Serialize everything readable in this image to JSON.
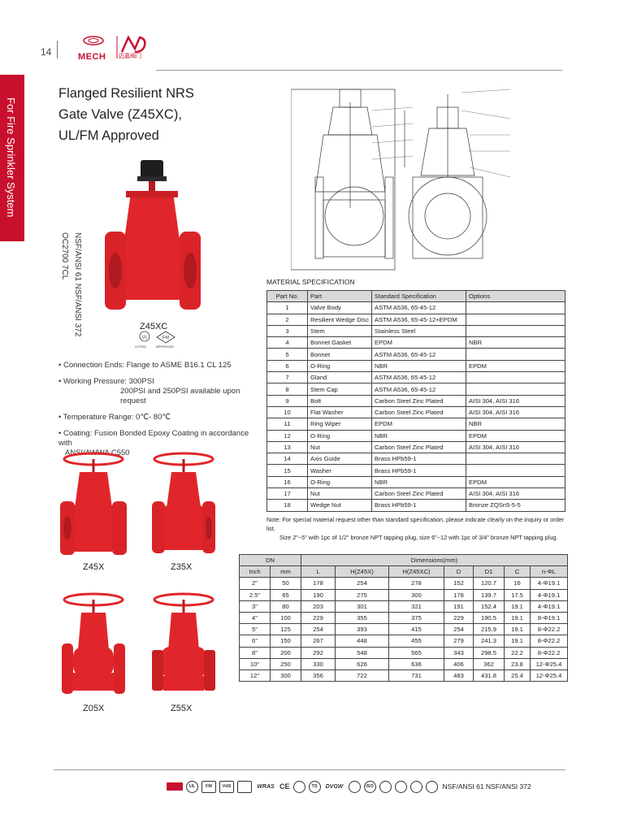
{
  "header": {
    "page_number": "14",
    "brand": "MECH",
    "logo_cn_text": "迈嘉阀门"
  },
  "side_tab": "For Fire Sprinkler System",
  "title": {
    "line1": "Flanged Resilient NRS",
    "line2": "Gate Valve (Z45XC),",
    "line3": "UL/FM Approved"
  },
  "cert_vertical": {
    "line1": "NSF/ANSI 61  NSF/ANSI 372",
    "line2": "OC2700 7CL"
  },
  "products": {
    "main": "Z45XC",
    "p1": "Z45X",
    "p2": "Z35X",
    "p3": "Z05X",
    "p4": "Z55X"
  },
  "cert_marks": {
    "ul": "UL",
    "ul_sub": "LISTED",
    "fm": "FM",
    "fm_sub": "APPROVED"
  },
  "specs": {
    "connection": "• Connection Ends: Flange to ASME B16.1 CL 125",
    "pressure": "• Working Pressure: 300PSI",
    "pressure2": "200PSI and 250PSI available upon request",
    "temperature": "• Temperature Range: 0℃- 80℃",
    "coating": "• Coating: Fusion Bonded Epoxy Coating in accordance with",
    "coating2": "ANSI/AWWA C550"
  },
  "material_spec": {
    "title": "MATERIAL SPECIFICATION",
    "headers": [
      "Part No.",
      "Part",
      "Standard Specification",
      "Options"
    ],
    "rows": [
      [
        "1",
        "Valve Body",
        "ASTM A536, 65-45-12",
        ""
      ],
      [
        "2",
        "Resilient Wedge Disc",
        "ASTM A536, 65-45-12+EPDM",
        ""
      ],
      [
        "3",
        "Stem",
        "Stainless Steel",
        ""
      ],
      [
        "4",
        "Bonnet Gasket",
        "EPDM",
        "NBR"
      ],
      [
        "5",
        "Bonnet",
        "ASTM A536, 65-45-12",
        ""
      ],
      [
        "6",
        "O-Ring",
        "NBR",
        "EPDM"
      ],
      [
        "7",
        "Gland",
        "ASTM A536, 65-45-12",
        ""
      ],
      [
        "8",
        "Stem Cap",
        "ASTM A536, 65-45-12",
        ""
      ],
      [
        "9",
        "Bolt",
        "Carbon Steel Zinc Plated",
        "AISI 304, AISI 316"
      ],
      [
        "10",
        "Flat Washer",
        "Carbon Steel Zinc Plated",
        "AISI 304, AISI 316"
      ],
      [
        "11",
        "Ring Wiper",
        "EPDM",
        "NBR"
      ],
      [
        "12",
        "O-Ring",
        "NBR",
        "EPDM"
      ],
      [
        "13",
        "Nut",
        "Carbon Steel Zinc Plated",
        "AISI 304, AISI 316"
      ],
      [
        "14",
        "Axis Guide",
        "Brass HPb59-1",
        ""
      ],
      [
        "15",
        "Washer",
        "Brass HPb59-1",
        ""
      ],
      [
        "16",
        "O-Ring",
        "NBR",
        "EPDM"
      ],
      [
        "17",
        "Nut",
        "Carbon Steel Zinc Plated",
        "AISI 304, AISI 316"
      ],
      [
        "18",
        "Wedge Nut",
        "Brass HPb59-1",
        "Bronze ZQSn5-5-5"
      ]
    ]
  },
  "note": {
    "line1": "Note: For special material request other than standard specification, please indicate clearly on the inquiry or order list.",
    "line2": "Size 2\"~5\" with 1pc of 1/2\" bronze NPT tapping plug, size 6\"~12 with 1pc of 3/4\" bronze NPT tapping plug."
  },
  "dimensions": {
    "group_dn": "DN",
    "group_dim": "Dimensions(mm)",
    "headers": [
      "Inch",
      "mm",
      "L",
      "H(Z45X)",
      "H(Z45XC)",
      "D",
      "D1",
      "C",
      "n-ΦL"
    ],
    "rows": [
      [
        "2\"",
        "50",
        "178",
        "254",
        "278",
        "152",
        "120.7",
        "16",
        "4-Φ19.1"
      ],
      [
        "2.5\"",
        "65",
        "190",
        "275",
        "300",
        "178",
        "139.7",
        "17.5",
        "4-Φ19.1"
      ],
      [
        "3\"",
        "80",
        "203",
        "301",
        "321",
        "191",
        "152.4",
        "19.1",
        "4-Φ19.1"
      ],
      [
        "4\"",
        "100",
        "229",
        "355",
        "375",
        "229",
        "190.5",
        "19.1",
        "8-Φ19.1"
      ],
      [
        "5\"",
        "125",
        "254",
        "393",
        "415",
        "254",
        "215.9",
        "19.1",
        "8-Φ22.2"
      ],
      [
        "6\"",
        "150",
        "267",
        "448",
        "455",
        "279",
        "241.3",
        "19.1",
        "8-Φ22.2"
      ],
      [
        "8\"",
        "200",
        "292",
        "548",
        "565",
        "343",
        "298.5",
        "22.2",
        "8-Φ22.2"
      ],
      [
        "10\"",
        "250",
        "330",
        "626",
        "636",
        "406",
        "362",
        "23.8",
        "12-Φ25.4"
      ],
      [
        "12\"",
        "300",
        "356",
        "722",
        "731",
        "483",
        "431.8",
        "25.4",
        "12-Φ25.4"
      ]
    ]
  },
  "footer": {
    "certs": [
      "UL",
      "FM",
      "VdS",
      "WRAS",
      "CE",
      "TS",
      "DVGW",
      "ISO",
      "NSF"
    ],
    "standards": "NSF/ANSI 61  NSF/ANSI 372"
  },
  "colors": {
    "brand_red": "#c8102e",
    "valve_red": "#e0262b",
    "table_header": "#d9d9d9"
  }
}
